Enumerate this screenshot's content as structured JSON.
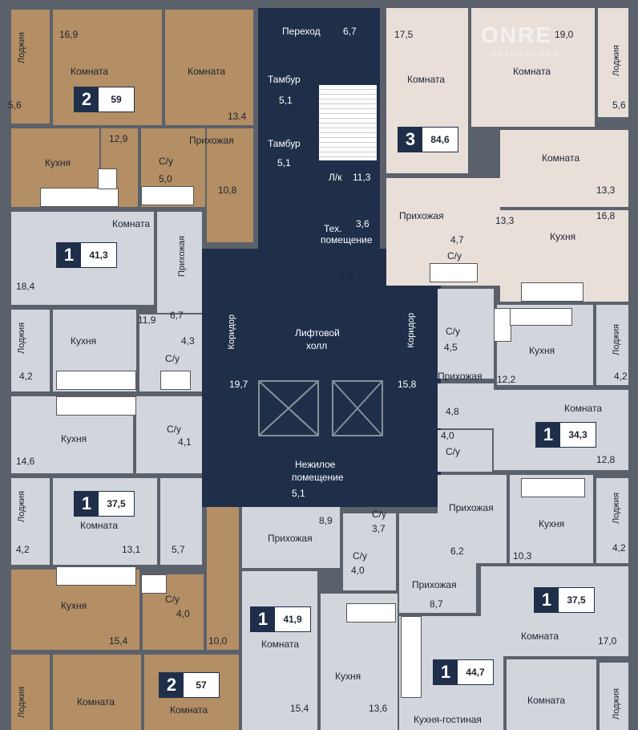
{
  "colors": {
    "brown": "#b48e64",
    "lightgray": "#d2d5dc",
    "pink": "#e9dfd9",
    "navy": "#1f2f4a",
    "wall": "#5b616b"
  },
  "watermark": {
    "brand": "ONRE",
    "sub": "НЕДВИЖИМОС"
  },
  "badges": [
    {
      "rooms": "2",
      "area": "59"
    },
    {
      "rooms": "3",
      "area": "84,6"
    },
    {
      "rooms": "1",
      "area": "41,3"
    },
    {
      "rooms": "1",
      "area": "34,3"
    },
    {
      "rooms": "1",
      "area": "37,5"
    },
    {
      "rooms": "1",
      "area": "37,5"
    },
    {
      "rooms": "1",
      "area": "41,9"
    },
    {
      "rooms": "1",
      "area": "44,7"
    },
    {
      "rooms": "2",
      "area": "57"
    }
  ],
  "labels": [
    "Лоджия",
    "16,9",
    "Комната",
    "Комната",
    "5,6",
    "13,4",
    "12,9",
    "Прихожая",
    "Кухня",
    "С/у",
    "5,0",
    "10,8",
    "Переход",
    "6,7",
    "Тамбур",
    "5,1",
    "Тамбур",
    "5,1",
    "Л/к",
    "11,3",
    "Тех.",
    "помещение",
    "3,6",
    "2,2",
    "17,5",
    "19,0",
    "Лоджия",
    "Комната",
    "Комната",
    "5,6",
    "Комната",
    "13,3",
    "Прихожая",
    "13,3",
    "16,8",
    "Кухня",
    "4,7",
    "С/у",
    "Комната",
    "Прихожая",
    "18,4",
    "11,9",
    "6,7",
    "Лоджия",
    "Кухня",
    "4,3",
    "С/у",
    "4,2",
    "Коридор",
    "19,7",
    "Лифтовой",
    "холл",
    "Коридор",
    "15,8",
    "С/у",
    "4,5",
    "Кухня",
    "Лоджия",
    "Прихожая",
    "12,2",
    "4,2",
    "4,8",
    "Комната",
    "Кухня",
    "С/у",
    "4,1",
    "14,6",
    "4,0",
    "С/у",
    "12,8",
    "Нежилое",
    "помещение",
    "5,1",
    "С/у",
    "8,9",
    "3,7",
    "Прихожая",
    "Лоджия",
    "Прихожая",
    "Комната",
    "Кухня",
    "Лоджия",
    "4,2",
    "13,1",
    "5,7",
    "6,2",
    "10,3",
    "4,2",
    "С/у",
    "4,0",
    "С/у",
    "4,0",
    "Прихожая",
    "8,7",
    "Кухня",
    "15,4",
    "10,0",
    "Комната",
    "Комната",
    "17,0",
    "Кухня",
    "Лоджия",
    "Комната",
    "Комната",
    "15,4",
    "13,6",
    "Кухня-гостиная",
    "Комната",
    "Лоджия"
  ]
}
